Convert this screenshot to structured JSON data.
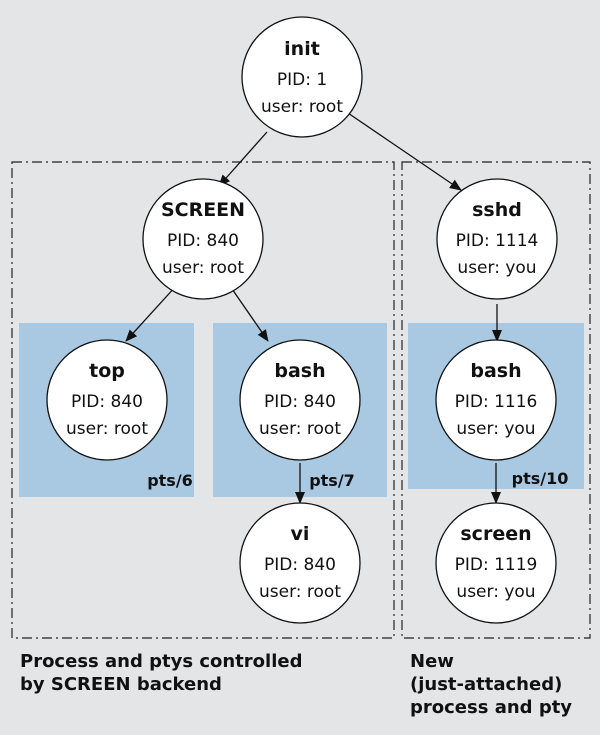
{
  "nodes": {
    "init": {
      "name": "init",
      "pid": "PID: 1",
      "user": "user: root"
    },
    "screen_backend": {
      "name": "SCREEN",
      "pid": "PID: 840",
      "user": "user: root"
    },
    "sshd": {
      "name": "sshd",
      "pid": "PID: 1114",
      "user": "user: you"
    },
    "top": {
      "name": "top",
      "pid": "PID: 840",
      "user": "user: root"
    },
    "bash_left": {
      "name": "bash",
      "pid": "PID: 840",
      "user": "user: root"
    },
    "bash_right": {
      "name": "bash",
      "pid": "PID: 1116",
      "user": "user: you"
    },
    "vi": {
      "name": "vi",
      "pid": "PID: 840",
      "user": "user: root"
    },
    "screen_client": {
      "name": "screen",
      "pid": "PID: 1119",
      "user": "user: you"
    }
  },
  "ptys": {
    "pts6": "pts/6",
    "pts7": "pts/7",
    "pts10": "pts/10"
  },
  "captions": {
    "left": [
      "Process and ptys controlled",
      "by SCREEN backend"
    ],
    "right": [
      "New",
      "(just-attached)",
      "process and pty"
    ]
  },
  "colors": {
    "background": "#e4e5e6",
    "pty_box": "#a9c9e3",
    "node_fill": "#ffffff",
    "stroke": "#111111"
  }
}
